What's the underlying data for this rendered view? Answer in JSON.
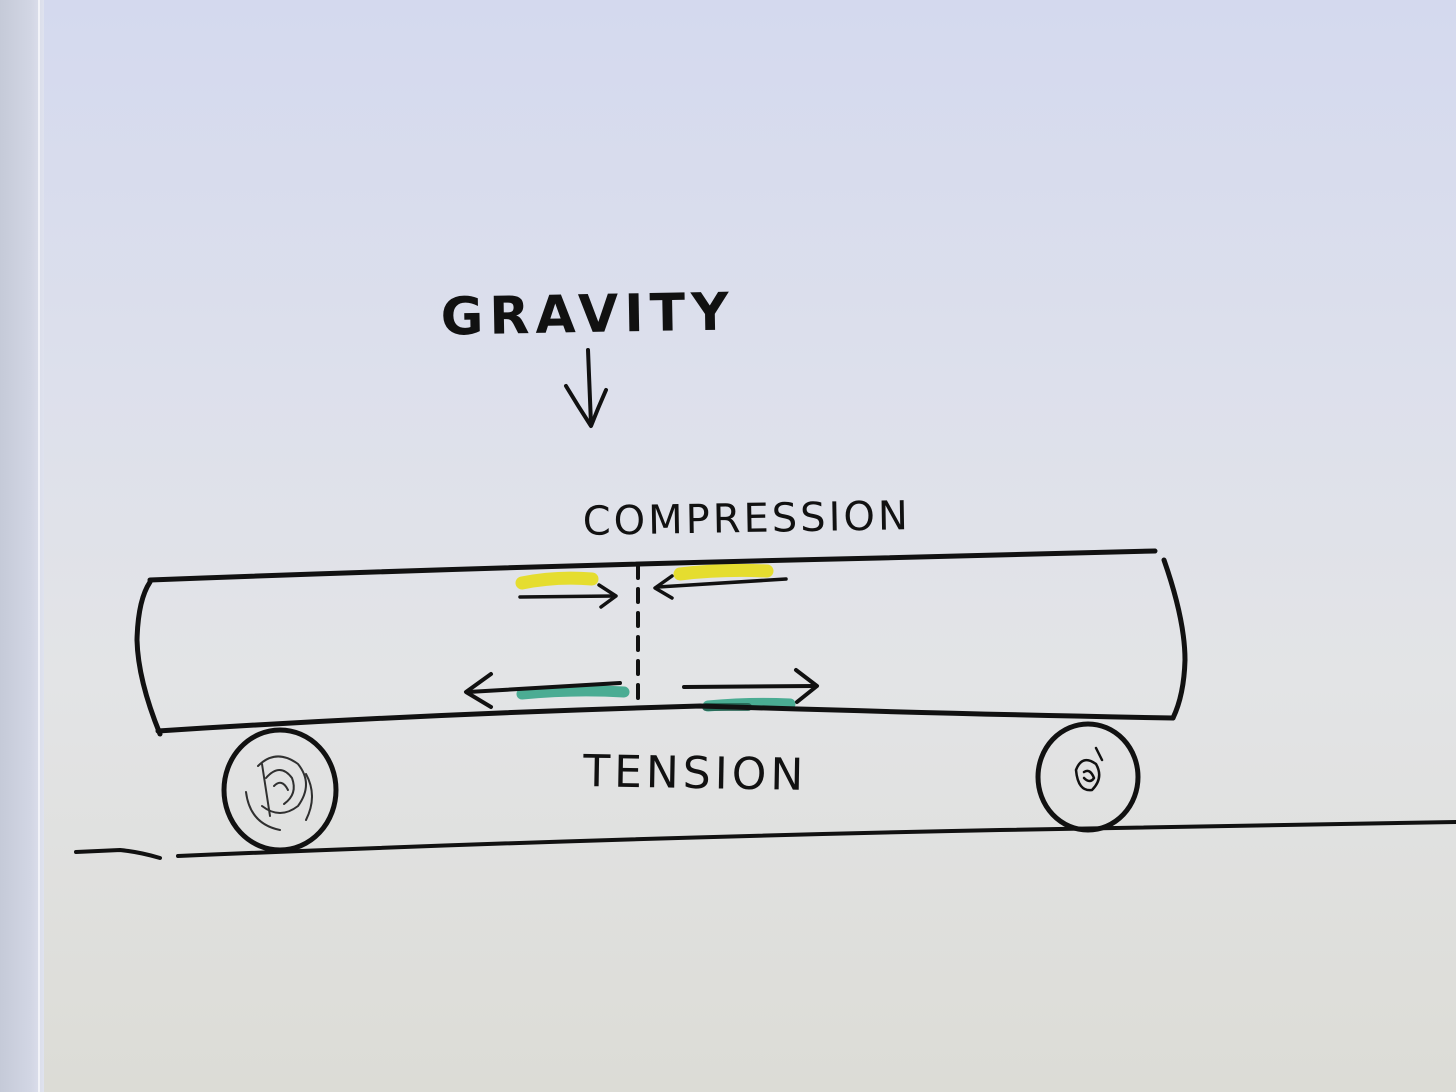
{
  "labels": {
    "gravity": "GRAVITY",
    "compression": "COMPRESSION",
    "tension": "TENSION"
  },
  "colors": {
    "ink": "#111111",
    "compression_highlight": "#e5dc1e",
    "tension_highlight": "#3aa58a",
    "paper": "#e0e2ec"
  }
}
